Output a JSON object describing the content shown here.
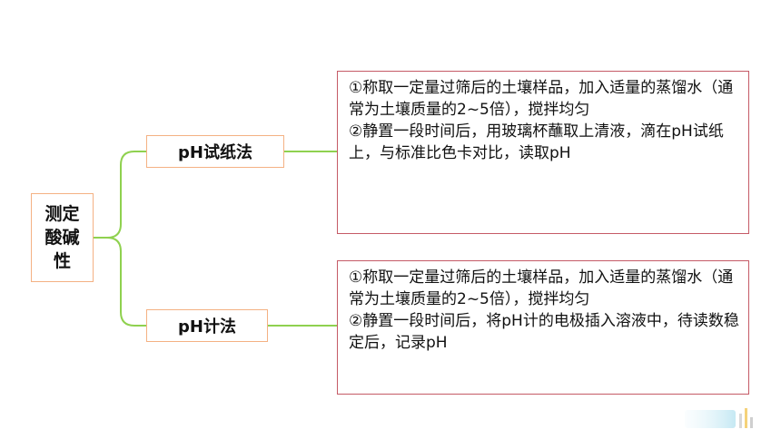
{
  "root": {
    "lines": [
      "测定",
      "酸碱",
      "性"
    ]
  },
  "methods": [
    {
      "label": "pH试纸法",
      "steps": [
        "①称取一定量过筛后的土壤样品，加入适量的蒸馏水（通常为土壤质量的2~5倍），搅拌均匀",
        "②静置一段时间后，用玻璃杯蘸取上清液，滴在pH试纸上，与标准比色卡对比，读取pH"
      ]
    },
    {
      "label": "pH计法",
      "steps": [
        "①称取一定量过筛后的土壤样品，加入适量的蒸馏水（通常为土壤质量的2~5倍），搅拌均匀",
        "②静置一段时间后，将pH计的电极插入溶液中，待读数稳定后，记录pH"
      ]
    }
  ],
  "colors": {
    "connector": "#8fd14f",
    "method_border": "#f4b183",
    "detail_border": "#c55a66"
  }
}
